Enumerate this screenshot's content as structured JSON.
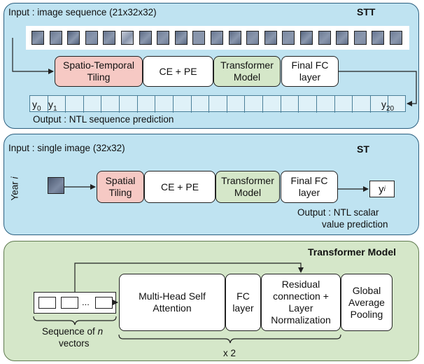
{
  "stt": {
    "input_label": "Input : image sequence (21x32x32)",
    "title": "STT",
    "tiles": [
      {
        "color": "#5f6e85"
      },
      {
        "color": "#6a7890"
      },
      {
        "color": "#4f5f7a"
      },
      {
        "color": "#7484a0"
      },
      {
        "color": "#65738c"
      },
      {
        "color": "#c6ccd8"
      },
      {
        "color": "#5d6c86"
      },
      {
        "color": "#6f7d96"
      },
      {
        "color": "#586882"
      },
      {
        "color": "#8593aa"
      },
      {
        "color": "#687690"
      },
      {
        "color": "#5b6a84"
      },
      {
        "color": "#72809a"
      },
      {
        "color": "#61708a"
      },
      {
        "color": "#7a88a0"
      },
      {
        "color": "#566680"
      },
      {
        "color": "#6c7a93"
      },
      {
        "color": "#5e6d87"
      },
      {
        "color": "#7b89a2"
      },
      {
        "color": "#637290"
      },
      {
        "color": "#6e7c95"
      }
    ],
    "boxes": {
      "tiling": "Spatio-Temporal Tiling",
      "ce_pe": "CE + PE",
      "transformer": "Transformer Model",
      "fc": "Final FC layer"
    },
    "y_first": "y",
    "y_first_sub": "0",
    "y_second": "y",
    "y_second_sub": "1",
    "y_last": "y",
    "y_last_sub": "20",
    "output_label": "Output : NTL sequence prediction"
  },
  "st": {
    "input_label": "Input : single image (32x32)",
    "title": "ST",
    "year_label": "Year",
    "year_var": "i",
    "boxes": {
      "tiling": "Spatial Tiling",
      "ce_pe": "CE + PE",
      "transformer": "Transformer Model",
      "fc": "Final FC layer"
    },
    "y_out": "y",
    "y_out_sub": "i",
    "output_label_1": "Output : NTL scalar",
    "output_label_2": "value prediction"
  },
  "tm": {
    "title": "Transformer Model",
    "dots": "...",
    "seq_label_1": "Sequence of",
    "seq_var": "n",
    "seq_label_2": "vectors",
    "mhsa": "Multi-Head Self Attention",
    "fc": "FC layer",
    "residual": "Residual connection + Layer Normalization",
    "gap": "Global Average Pooling",
    "repeat": "x 2"
  }
}
